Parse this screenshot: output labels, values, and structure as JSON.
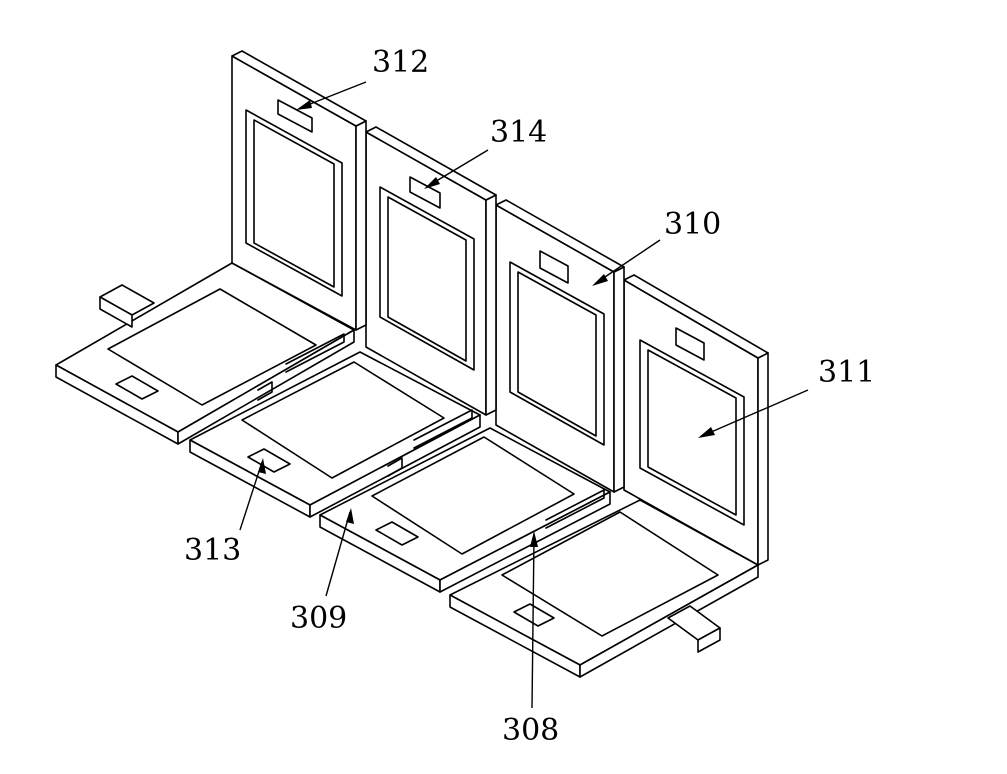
{
  "figure": {
    "reference_labels": [
      {
        "id": "label-312",
        "text": "312"
      },
      {
        "id": "label-314",
        "text": "314"
      },
      {
        "id": "label-310",
        "text": "310"
      },
      {
        "id": "label-311",
        "text": "311"
      },
      {
        "id": "label-313",
        "text": "313"
      },
      {
        "id": "label-309",
        "text": "309"
      },
      {
        "id": "label-308",
        "text": "308"
      }
    ]
  }
}
